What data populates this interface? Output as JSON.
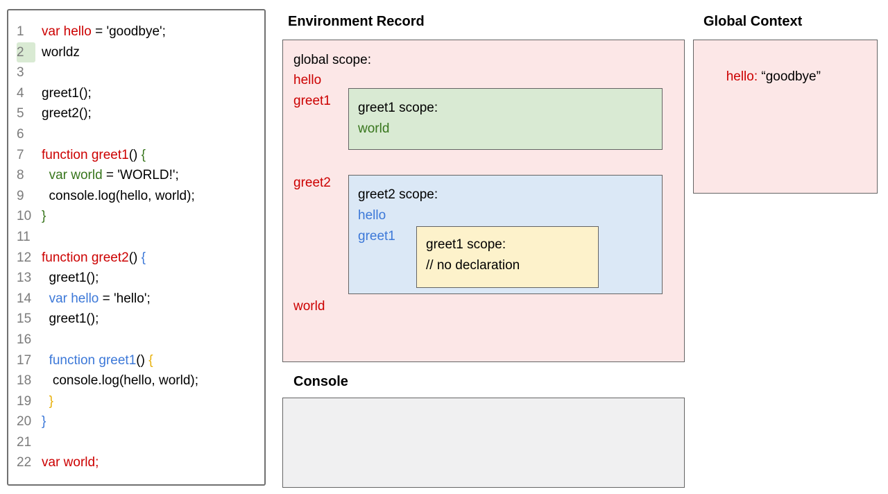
{
  "headings": {
    "environment_record": "Environment Record",
    "global_context": "Global Context",
    "console": "Console"
  },
  "colors": {
    "red_text": "#cc0000",
    "green_text": "#38761d",
    "blue_text": "#3c78d8",
    "yellow_text": "#e8b009",
    "pink_bg": "#fce7e7",
    "green_bg": "#d9ead3",
    "blue_bg": "#dbe8f6",
    "yellow_bg": "#fdf2cb",
    "console_bg": "#f0f0f1"
  },
  "code": {
    "lines": [
      {
        "num": "1",
        "highlight": false,
        "tokens": [
          [
            "red",
            "var hello"
          ],
          [
            "black",
            " = 'goodbye';"
          ]
        ]
      },
      {
        "num": "2",
        "highlight": true,
        "tokens": [
          [
            "black",
            "worldz"
          ]
        ]
      },
      {
        "num": "3",
        "highlight": false,
        "tokens": []
      },
      {
        "num": "4",
        "highlight": false,
        "tokens": [
          [
            "black",
            "greet1();"
          ]
        ]
      },
      {
        "num": "5",
        "highlight": false,
        "tokens": [
          [
            "black",
            "greet2();"
          ]
        ]
      },
      {
        "num": "6",
        "highlight": false,
        "tokens": []
      },
      {
        "num": "7",
        "highlight": false,
        "tokens": [
          [
            "red",
            "function greet1"
          ],
          [
            "black",
            "() "
          ],
          [
            "green",
            "{"
          ]
        ]
      },
      {
        "num": "8",
        "highlight": false,
        "tokens": [
          [
            "black",
            "  "
          ],
          [
            "green",
            "var world"
          ],
          [
            "black",
            " = 'WORLD!';"
          ]
        ]
      },
      {
        "num": "9",
        "highlight": false,
        "tokens": [
          [
            "black",
            "  console.log(hello, world);"
          ]
        ]
      },
      {
        "num": "10",
        "highlight": false,
        "tokens": [
          [
            "green",
            "}"
          ]
        ]
      },
      {
        "num": "11",
        "highlight": false,
        "tokens": []
      },
      {
        "num": "12",
        "highlight": false,
        "tokens": [
          [
            "red",
            "function greet2"
          ],
          [
            "black",
            "() "
          ],
          [
            "blue",
            "{"
          ]
        ]
      },
      {
        "num": "13",
        "highlight": false,
        "tokens": [
          [
            "black",
            "  greet1();"
          ]
        ]
      },
      {
        "num": "14",
        "highlight": false,
        "tokens": [
          [
            "black",
            "  "
          ],
          [
            "blue",
            "var hello"
          ],
          [
            "black",
            " = 'hello';"
          ]
        ]
      },
      {
        "num": "15",
        "highlight": false,
        "tokens": [
          [
            "black",
            "  greet1();"
          ]
        ]
      },
      {
        "num": "16",
        "highlight": false,
        "tokens": []
      },
      {
        "num": "17",
        "highlight": false,
        "tokens": [
          [
            "black",
            "  "
          ],
          [
            "blue",
            "function greet1"
          ],
          [
            "black",
            "() "
          ],
          [
            "yellow",
            "{"
          ]
        ]
      },
      {
        "num": "18",
        "highlight": false,
        "tokens": [
          [
            "black",
            "   console.log(hello, world);"
          ]
        ]
      },
      {
        "num": "19",
        "highlight": false,
        "tokens": [
          [
            "black",
            "  "
          ],
          [
            "yellow",
            "}"
          ]
        ]
      },
      {
        "num": "20",
        "highlight": false,
        "tokens": [
          [
            "blue",
            "}"
          ]
        ]
      },
      {
        "num": "21",
        "highlight": false,
        "tokens": []
      },
      {
        "num": "22",
        "highlight": false,
        "tokens": [
          [
            "red",
            "var world;"
          ]
        ]
      }
    ]
  },
  "environment": {
    "global_scope_label": "global scope:",
    "vars": {
      "hello": "hello",
      "greet1": "greet1",
      "greet2": "greet2",
      "world": "world"
    },
    "greet1_scope": {
      "label": "greet1 scope:",
      "var_world": "world"
    },
    "greet2_scope": {
      "label": "greet2 scope:",
      "var_hello": "hello",
      "var_greet1": "greet1",
      "inner_greet1_scope": {
        "label": "greet1 scope:",
        "comment": "// no declaration"
      }
    }
  },
  "global_context": {
    "entry_key": "hello:",
    "entry_value": " “goodbye”"
  },
  "console": {
    "content": ""
  }
}
